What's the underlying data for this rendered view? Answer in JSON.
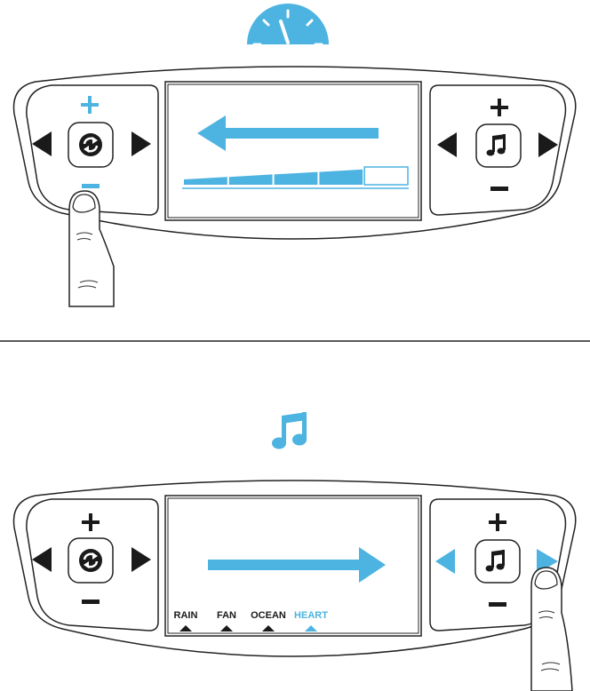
{
  "colors": {
    "accent": "#4db3e0",
    "ink": "#1a1a1a",
    "outline": "#222222",
    "skin_line": "#333333"
  },
  "icons": {
    "top_indicator": "speedometer-icon",
    "bottom_indicator": "music-note-icon",
    "left_center": "refresh-icon",
    "right_center": "music-note-icon"
  },
  "volume_bar": {
    "segments": 5,
    "filled": 4
  },
  "sound_labels": {
    "items": [
      "RAIN",
      "FAN",
      "OCEAN",
      "HEART"
    ],
    "selected_index": 3
  }
}
